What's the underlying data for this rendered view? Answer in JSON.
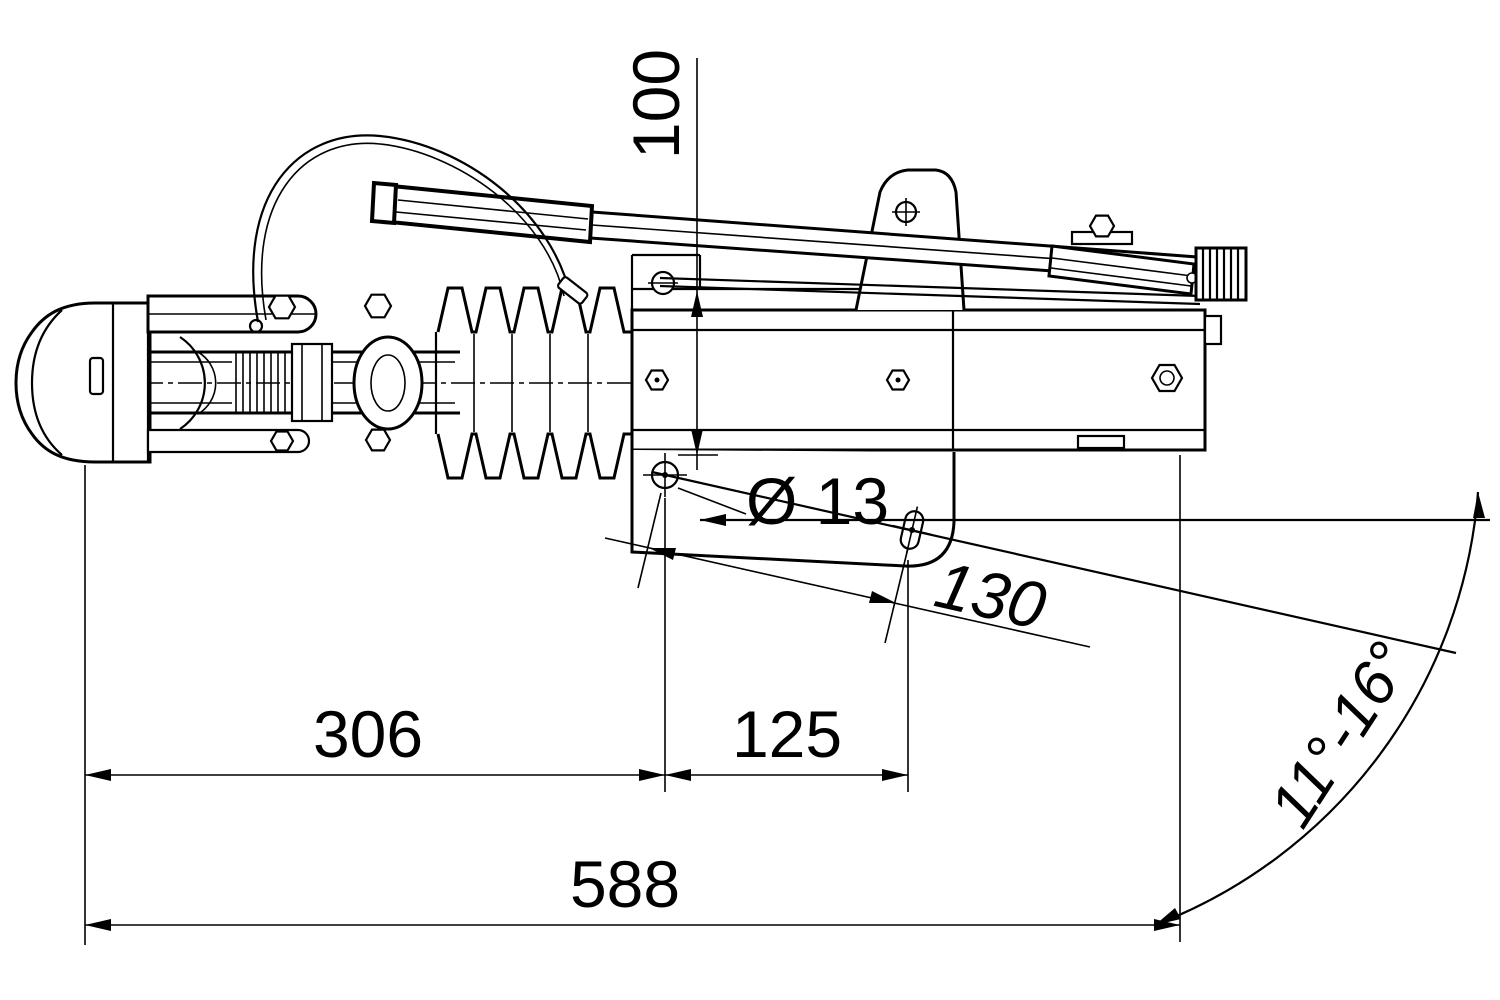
{
  "drawing": {
    "colors": {
      "background": "#ffffff",
      "line": "#000000"
    },
    "dimensions": {
      "vertical_100": "100",
      "diameter_13": "Ø 13",
      "diagonal_130": "130",
      "horizontal_306": "306",
      "horizontal_125": "125",
      "horizontal_588": "588",
      "angle_range": "11°-16°"
    }
  }
}
